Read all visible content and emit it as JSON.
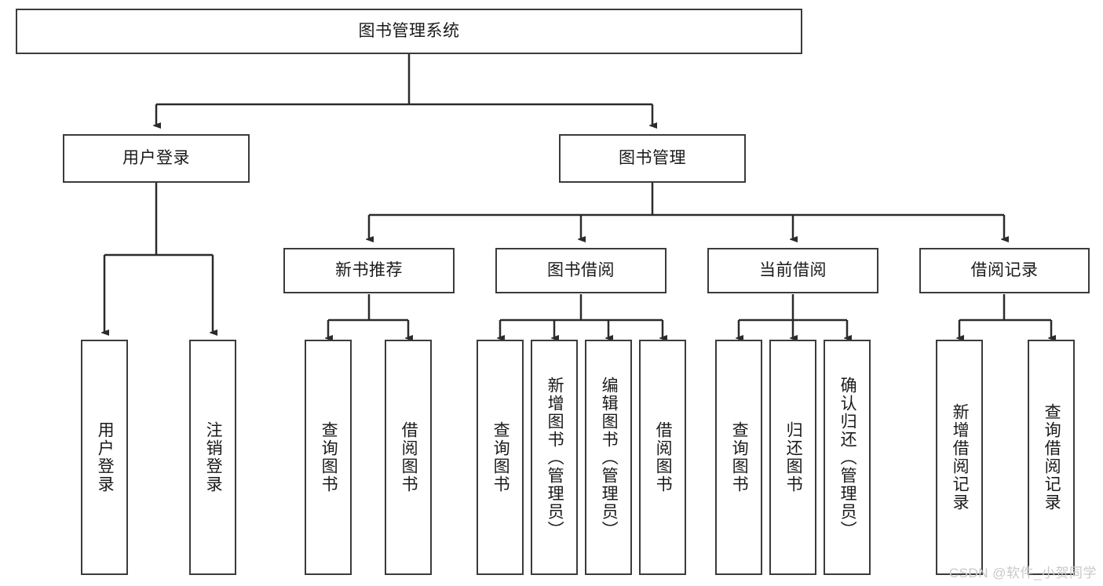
{
  "diagram": {
    "type": "tree",
    "title": "图书管理系统",
    "colors": {
      "box_border": "#3b3b3b",
      "box_fill": "#ffffff",
      "edge": "#2b2b2b",
      "text": "#1a1a1a",
      "watermark": "#c9c9c9",
      "background": "#ffffff"
    },
    "root": {
      "label": "图书管理系统"
    },
    "level2": [
      {
        "label": "用户登录"
      },
      {
        "label": "图书管理"
      }
    ],
    "level3": [
      {
        "label": "新书推荐"
      },
      {
        "label": "图书借阅"
      },
      {
        "label": "当前借阅"
      },
      {
        "label": "借阅记录"
      }
    ],
    "leaves": {
      "user_login": [
        {
          "label": "用户登录"
        },
        {
          "label": "注销登录"
        }
      ],
      "new_book_recommend": [
        {
          "label": "查询图书"
        },
        {
          "label": "借阅图书"
        }
      ],
      "book_borrow": [
        {
          "label": "查询图书"
        },
        {
          "label": "新增图书（管理员）"
        },
        {
          "label": "编辑图书（管理员）"
        },
        {
          "label": "借阅图书"
        }
      ],
      "current_borrow": [
        {
          "label": "查询图书"
        },
        {
          "label": "归还图书"
        },
        {
          "label": "确认归还（管理员）"
        }
      ],
      "borrow_record": [
        {
          "label": "新增借阅记录"
        },
        {
          "label": "查询借阅记录"
        }
      ]
    }
  },
  "watermark": {
    "text": "CSDN @软件_小贺同学"
  }
}
